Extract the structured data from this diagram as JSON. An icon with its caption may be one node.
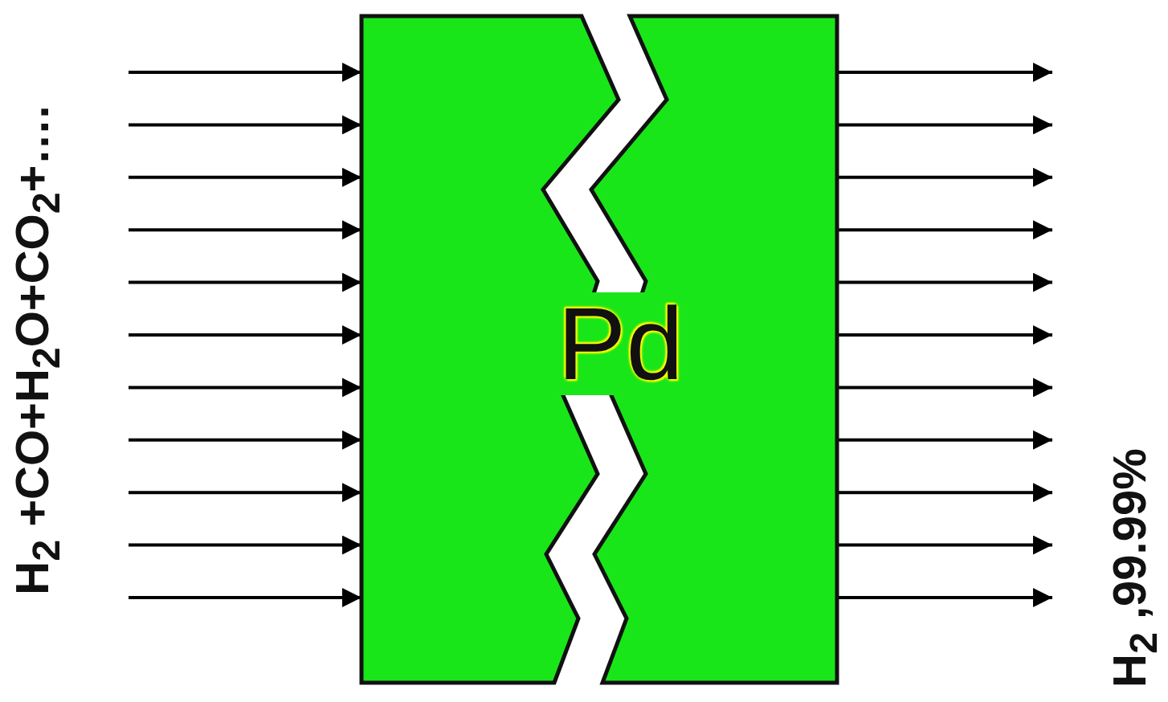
{
  "diagram": {
    "nodes": [
      {
        "text": [
          "H$_{2}$ +CO+H$_{2}$O+CO$_{2}$+…."
        ]
      },
      {
        "text": [
          "Pd"
        ]
      }
    ],
    "edges": [
      {
        "from": 0,
        "to": 1,
        "arrow": "to"
      },
      {
        "from": 0,
        "to": 1,
        "arrow": "to"
      },
      {
        "from": 0,
        "to": 1,
        "arrow": "to"
      },
      {
        "from": 0,
        "to": 1,
        "arrow": "to"
      },
      {
        "from": 0,
        "to": 1,
        "arrow": "to"
      },
      {
        "from": 0,
        "to": 1,
        "arrow": "to"
      },
      {
        "from": 0,
        "to": 1,
        "arrow": "to"
      },
      {
        "from": 0,
        "to": 1,
        "arrow": "to"
      },
      {
        "from": 0,
        "to": 1,
        "arrow": "to"
      },
      {
        "from": 0,
        "to": 1,
        "arrow": "to"
      },
      {
        "from": 0,
        "to": 1,
        "arrow": "to"
      },
      {
        "from": 1,
        "to": null,
        "arrow": "to"
      },
      {
        "from": 1,
        "to": null,
        "arrow": "to"
      },
      {
        "from": 1,
        "to": null,
        "arrow": "to"
      },
      {
        "from": 1,
        "to": null,
        "arrow": "to"
      },
      {
        "from": 1,
        "to": null,
        "arrow": "to"
      },
      {
        "from": 1,
        "to": null,
        "arrow": "to"
      },
      {
        "from": 1,
        "to": null,
        "arrow": "to"
      },
      {
        "from": 1,
        "to": null,
        "arrow": "to"
      },
      {
        "from": 1,
        "to": null,
        "arrow": "to"
      },
      {
        "from": 1,
        "to": null,
        "arrow": "to"
      },
      {
        "from": 1,
        "to": null,
        "arrow": "to"
      }
    ],
    "labels": [
      "H$_{2}$ ,99.99%"
    ]
  }
}
